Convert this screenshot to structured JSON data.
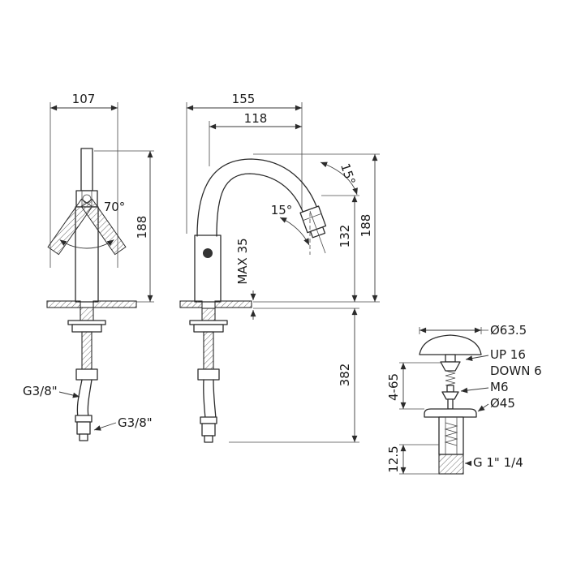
{
  "page": {
    "background": "#ffffff",
    "ink": "#2b2b2b"
  },
  "front_view": {
    "width_dim": "107",
    "handle_swing_angle": "70°",
    "height_dim": "188",
    "supply_thread_side": "G3/8\"",
    "supply_thread_bottom": "G3/8\""
  },
  "side_view": {
    "depth_dim": "155",
    "spout_reach_dim": "118",
    "spout_angle": "15°",
    "swivel_angle": "15°",
    "max_deck_thickness": "MAX 35",
    "spout_height_dim": "132",
    "height_dim": "188",
    "below_deck_dim": "382"
  },
  "drain_view": {
    "cap_diameter": "Ø63.5",
    "up_travel": "UP 16",
    "down_travel": "DOWN 6",
    "screw_thread": "M6",
    "flange_diameter": "Ø45",
    "adjustment_range": "4-65",
    "thread_length": "12.5",
    "waste_thread": "G 1\" 1/4"
  }
}
